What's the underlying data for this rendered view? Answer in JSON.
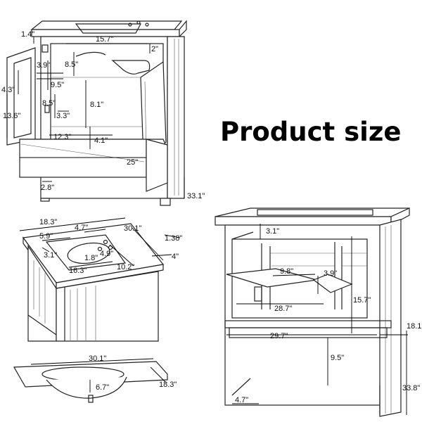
{
  "title": "Product size",
  "views": {
    "front_open": {
      "labels": {
        "d_1_4": "1.4\"",
        "d_15_7": "15.7\"",
        "d_2": "2\"",
        "d_3_9": "3.9\"",
        "d_8_5a": "8.5\"",
        "d_4_3": "4.3\"",
        "d_9_5": "9.5\"",
        "d_8_5b": "8.5\"",
        "d_13_6": "13.6\"",
        "d_3_3": "3.3\"",
        "d_8_1": "8.1\"",
        "d_12_3": "12.3\"",
        "d_4_1": "4.1\"",
        "d_25": "25\"",
        "d_2_8": "2.8\"",
        "d_33_1": "33.1\""
      }
    },
    "top_iso": {
      "labels": {
        "d_18_3a": "18.3\"",
        "d_4_7a": "4.7\"",
        "d_30_1a": "30.1\"",
        "d_5_9": "5.9\"",
        "d_1_38": "1.38\"",
        "d_3_1a": "3.1\"",
        "d_1_8": "1.8\"",
        "d_4_9": "4.9\"",
        "d_4": "4\"",
        "d_16_3": "16.3\"",
        "d_10_2": "10.2\""
      }
    },
    "basin": {
      "labels": {
        "d_30_1b": "30.1\"",
        "d_6_7": "6.7\"",
        "d_18_3b": "18.3\""
      }
    },
    "front_frame": {
      "labels": {
        "d_3_1b": "3.1\"",
        "d_9_8": "9.8\"",
        "d_3_9b": "3.9\"",
        "d_28_7": "28.7\"",
        "d_15_7b": "15.7\"",
        "d_29_7": "29.7\"",
        "d_18_1": "18.1\"",
        "d_9_5b": "9.5\"",
        "d_4_7b": "4.7\"",
        "d_33_8": "33.8\""
      }
    }
  }
}
